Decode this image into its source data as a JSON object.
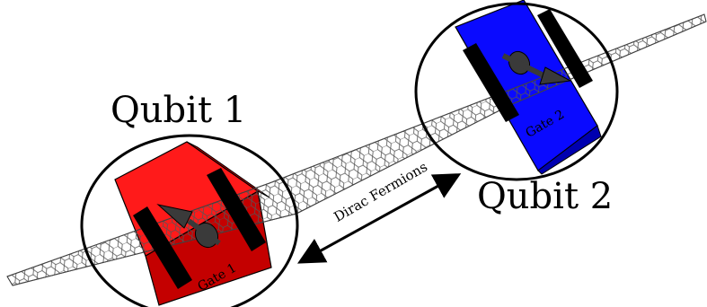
{
  "labels": {
    "qubit1": "Qubit 1",
    "qubit2": "Qubit 2",
    "dirac": "Dirac Fermions",
    "gate1": "Gate 1",
    "gate2": "Gate 2"
  },
  "colors": {
    "gate1_fill": "#ff1a1a",
    "gate1_dark": "#c40000",
    "gate2_fill": "#0a0aff",
    "gate2_dark": "#0000b0",
    "electrode": "#000000",
    "lattice": "#555555",
    "circle_stroke": "#000000",
    "spin": "#3a3a3a"
  },
  "icons": {
    "spin1": "spin-arrow-icon",
    "spin2": "spin-arrow-icon",
    "coupling": "double-arrow-icon"
  }
}
